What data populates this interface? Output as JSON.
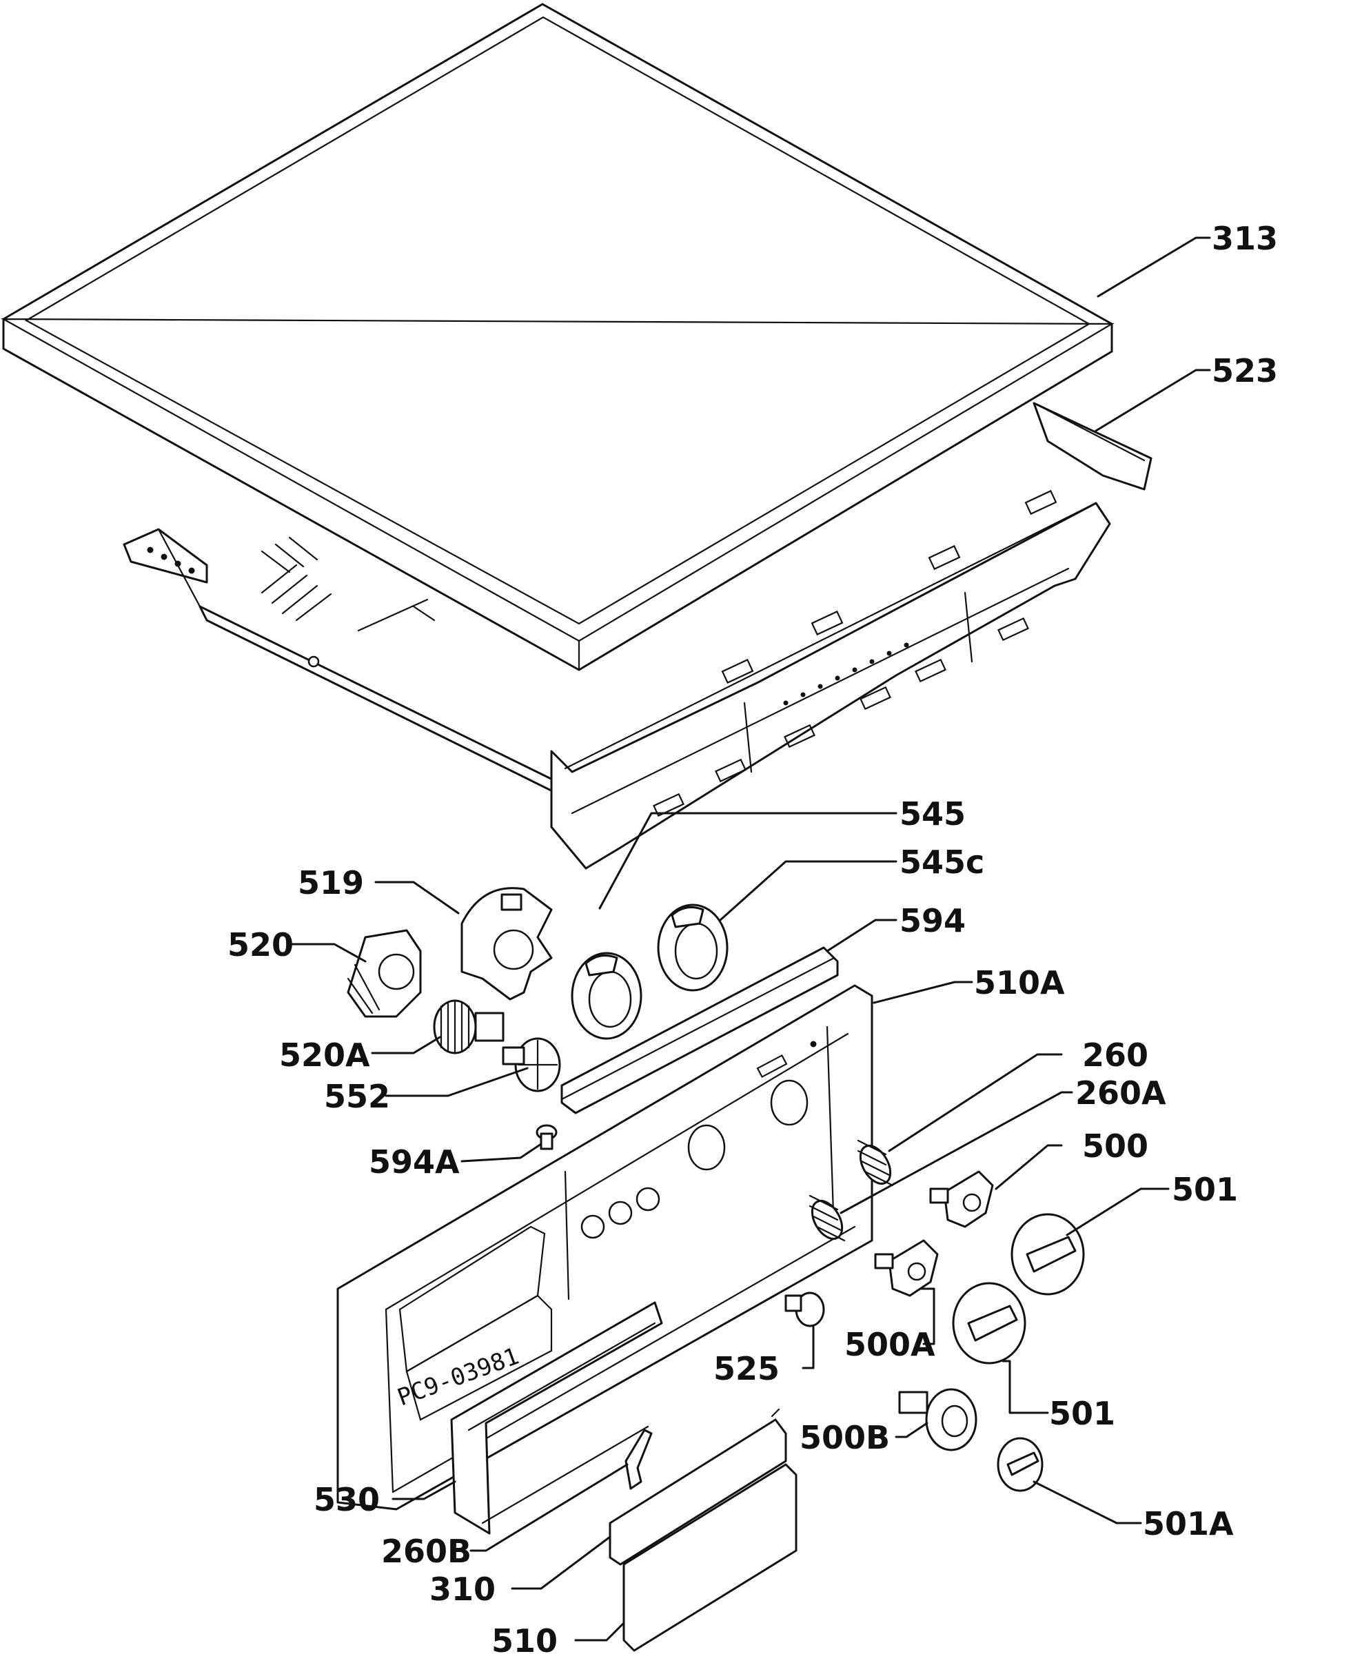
{
  "labels": {
    "p313": "313",
    "p523": "523",
    "p545": "545",
    "p545c": "545c",
    "p594": "594",
    "p519": "519",
    "p520": "520",
    "p510a": "510A",
    "p520a": "520A",
    "p552": "552",
    "p260": "260",
    "p260a": "260A",
    "p500": "500",
    "p501_top": "501",
    "p594a": "594A",
    "p500a": "500A",
    "p525": "525",
    "p501_bottom": "501",
    "p500b": "500B",
    "p530": "530",
    "p501a": "501A",
    "p260b": "260B",
    "p310": "310",
    "p510": "510"
  },
  "handwritten_code": "PC9-03981"
}
